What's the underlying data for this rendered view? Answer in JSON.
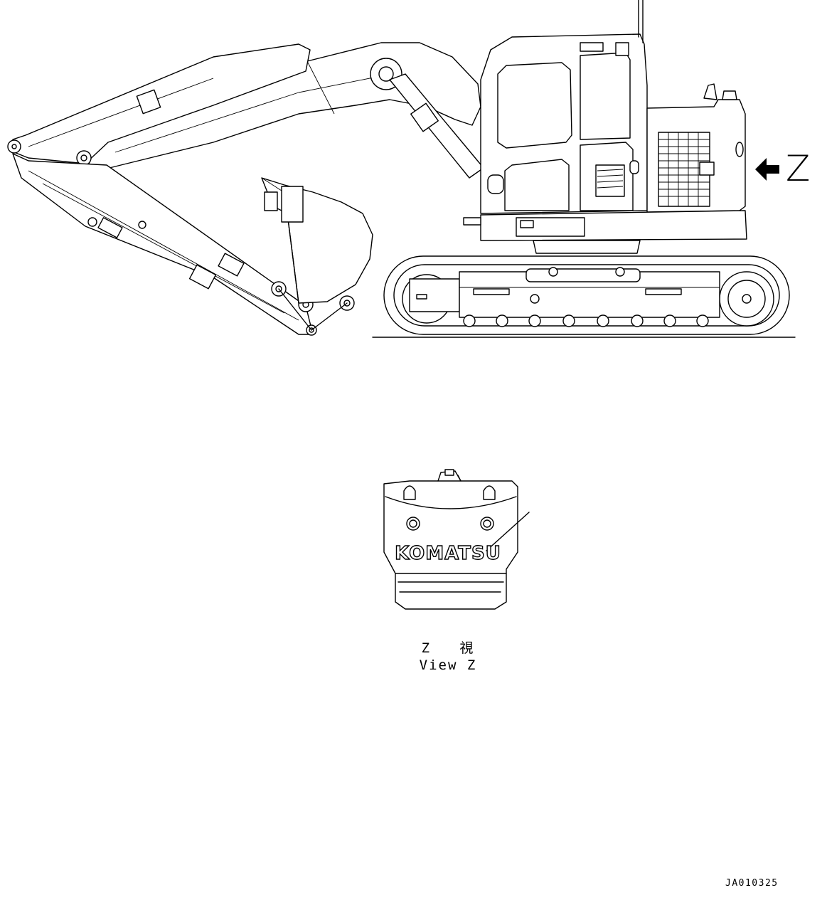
{
  "view_marker": "Z",
  "view_label": {
    "japanese": "Z   視",
    "english": "View Z"
  },
  "logo_text": "KOMATSU",
  "drawing_code": "JA010325",
  "colors": {
    "line": "#000000",
    "background": "#ffffff"
  },
  "icons": [
    "view-direction-arrow-icon"
  ]
}
